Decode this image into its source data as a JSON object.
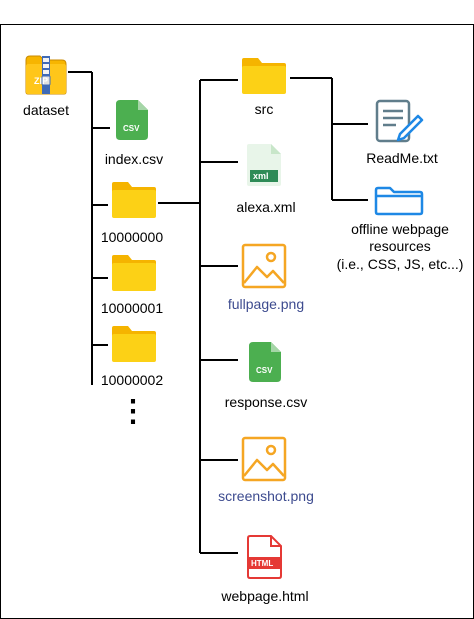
{
  "nodes": {
    "dataset": {
      "label": "dataset",
      "icon": "zip-archive-icon"
    },
    "index_csv": {
      "label": "index.csv",
      "icon": "csv-file-icon"
    },
    "folder_0": {
      "label": "10000000",
      "icon": "folder-icon"
    },
    "folder_1": {
      "label": "10000001",
      "icon": "folder-icon"
    },
    "folder_2": {
      "label": "10000002",
      "icon": "folder-icon"
    },
    "ellipsis": {
      "label": "⋮"
    },
    "src": {
      "label": "src",
      "icon": "folder-icon"
    },
    "alexa_xml": {
      "label": "alexa.xml",
      "icon": "xml-file-icon"
    },
    "fullpage_png": {
      "label": "fullpage.png",
      "icon": "image-icon"
    },
    "response_csv": {
      "label": "response.csv",
      "icon": "csv-file-icon"
    },
    "screenshot_png": {
      "label": "screenshot.png",
      "icon": "image-icon"
    },
    "webpage_html": {
      "label": "webpage.html",
      "icon": "html-file-icon"
    },
    "readme_txt": {
      "label": "ReadMe.txt",
      "icon": "document-edit-icon"
    },
    "offline_resources": {
      "label_line1": "offline webpage",
      "label_line2": "resources",
      "label_line3": "(i.e., CSS, JS, etc...)",
      "icon": "folder-outline-icon"
    }
  },
  "colors": {
    "folder": "#fcd116",
    "folder_tab": "#f5b400",
    "csv": "#4caf50",
    "xml_bg": "#e8f5e9",
    "xml_tag": "#2e8b57",
    "image": "#f5a623",
    "html": "#e53935",
    "blue_outline": "#1e88e5",
    "doc_gray": "#607d8b"
  }
}
